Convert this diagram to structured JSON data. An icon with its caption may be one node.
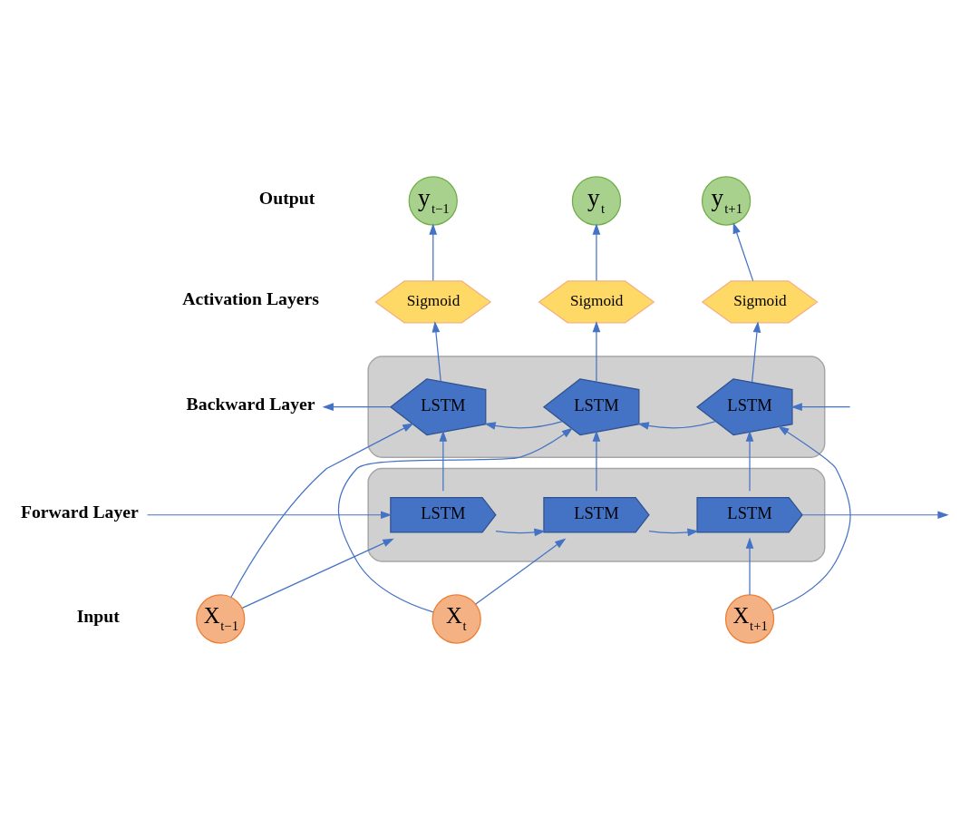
{
  "diagram": {
    "nodes": [
      {
        "text": [
          "y$_{t−1}$"
        ]
      },
      {
        "text": [
          "y$_{t}$"
        ]
      },
      {
        "text": [
          "y$_{t+1}$"
        ]
      },
      {
        "text": [
          "Sigmoid"
        ]
      },
      {
        "text": [
          "Sigmoid"
        ]
      },
      {
        "text": [
          "Sigmoid"
        ]
      },
      {
        "text": [
          "Backward Layer"
        ]
      },
      {
        "text": [],
        "shape": "band"
      },
      {
        "text": [
          "LSTM"
        ],
        "in": 7
      },
      {
        "text": [
          "LSTM"
        ],
        "in": 7
      },
      {
        "text": [
          "LSTM"
        ],
        "in": 7
      },
      {
        "text": [
          "Forward Layer"
        ]
      },
      {
        "text": [],
        "shape": "band"
      },
      {
        "text": [
          "LSTM"
        ],
        "in": 12
      },
      {
        "text": [
          "LSTM"
        ],
        "in": 12
      },
      {
        "text": [
          "LSTM"
        ],
        "in": 12
      },
      {
        "text": [
          "X$_{t−1}$"
        ]
      },
      {
        "text": [
          "X$_{t}$"
        ]
      },
      {
        "text": [
          "X$_{t+1}$"
        ]
      }
    ],
    "edges": [
      {
        "from": 3,
        "to": 0,
        "arrow": "to"
      },
      {
        "from": 4,
        "to": 1,
        "arrow": "to"
      },
      {
        "from": 5,
        "to": 2,
        "arrow": "to"
      },
      {
        "from": 8,
        "to": 3,
        "arrow": "to"
      },
      {
        "from": 9,
        "to": 4,
        "arrow": "to"
      },
      {
        "from": 10,
        "to": 5,
        "arrow": "to"
      },
      {
        "from": null,
        "to": 10,
        "arrow": "to"
      },
      {
        "from": 10,
        "to": 9,
        "arrow": "to"
      },
      {
        "from": 9,
        "to": 8,
        "arrow": "to"
      },
      {
        "from": 8,
        "to": 6,
        "arrow": "to"
      },
      {
        "from": 11,
        "to": 13,
        "arrow": "to"
      },
      {
        "from": 13,
        "to": 14,
        "arrow": "to"
      },
      {
        "from": 14,
        "to": 15,
        "arrow": "to"
      },
      {
        "from": 15,
        "to": null,
        "arrow": "to"
      },
      {
        "from": 16,
        "to": 13,
        "arrow": "to"
      },
      {
        "from": 17,
        "to": 14,
        "arrow": "to"
      },
      {
        "from": 18,
        "to": 15,
        "arrow": "to"
      },
      {
        "from": 16,
        "to": 8,
        "arrow": "to"
      },
      {
        "from": 17,
        "to": 9,
        "arrow": "to"
      },
      {
        "from": 18,
        "to": 10,
        "arrow": "to"
      },
      {
        "from": 13,
        "to": 8,
        "arrow": "to"
      },
      {
        "from": 14,
        "to": 9,
        "arrow": "to"
      },
      {
        "from": 15,
        "to": 10,
        "arrow": "to"
      }
    ],
    "labels": [
      "Output",
      "Activation Layers",
      "Input"
    ]
  }
}
